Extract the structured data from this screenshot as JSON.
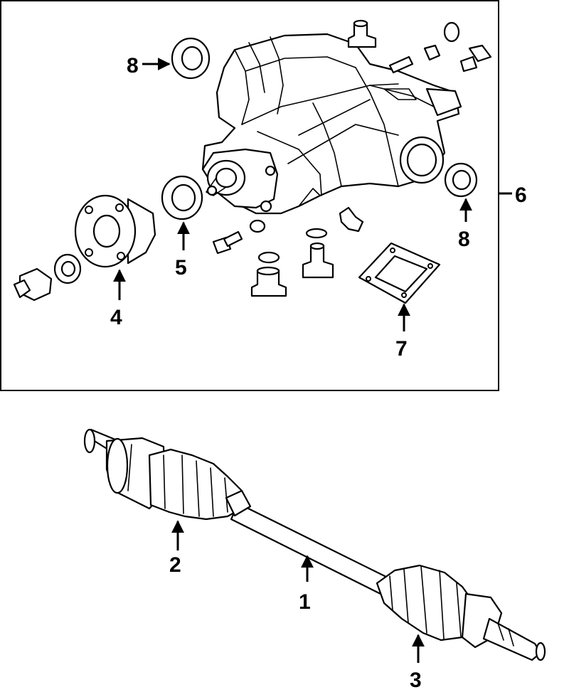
{
  "callouts": {
    "c1": "1",
    "c2": "2",
    "c3": "3",
    "c4": "4",
    "c5": "5",
    "c6": "6",
    "c7": "7",
    "c8_top": "8",
    "c8_right": "8"
  }
}
